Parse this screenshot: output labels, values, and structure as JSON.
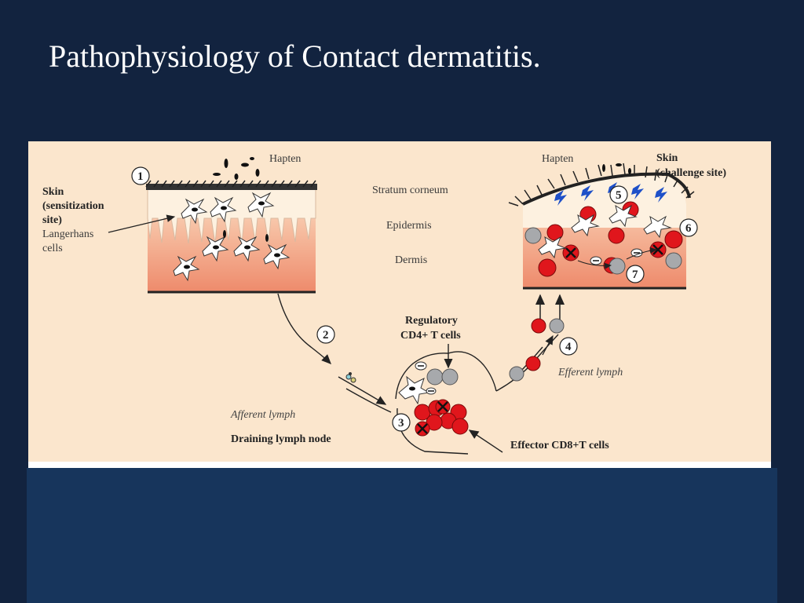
{
  "slide": {
    "title": "Pathophysiology of Contact dermatitis."
  },
  "diagram": {
    "labels": {
      "hapten_left": "Hapten",
      "hapten_right": "Hapten",
      "skin_sens_1": "Skin",
      "skin_sens_2": "(sensitization",
      "skin_sens_3": "site)",
      "langerhans_1": "Langerhans",
      "langerhans_2": "cells",
      "stratum": "Stratum corneum",
      "epidermis": "Epidermis",
      "dermis": "Dermis",
      "skin_chal_1": "Skin",
      "skin_chal_2": "(challenge site)",
      "regulatory_1": "Regulatory",
      "regulatory_2": "CD4+ T cells",
      "efferent": "Efferent lymph",
      "afferent": "Afferent lymph",
      "draining": "Draining lymph node",
      "effector": "Effector CD8+T cells"
    },
    "steps": [
      "1",
      "2",
      "3",
      "4",
      "5",
      "6",
      "7"
    ],
    "colors": {
      "panel_bg": "#fbe6cd",
      "effector_cell": "#e0161c",
      "regulatory_cell": "#a7a9ac",
      "lightning": "#1e50c8",
      "dermis_top": "#f9d8bf",
      "dermis_bottom": "#ef8f70"
    }
  }
}
